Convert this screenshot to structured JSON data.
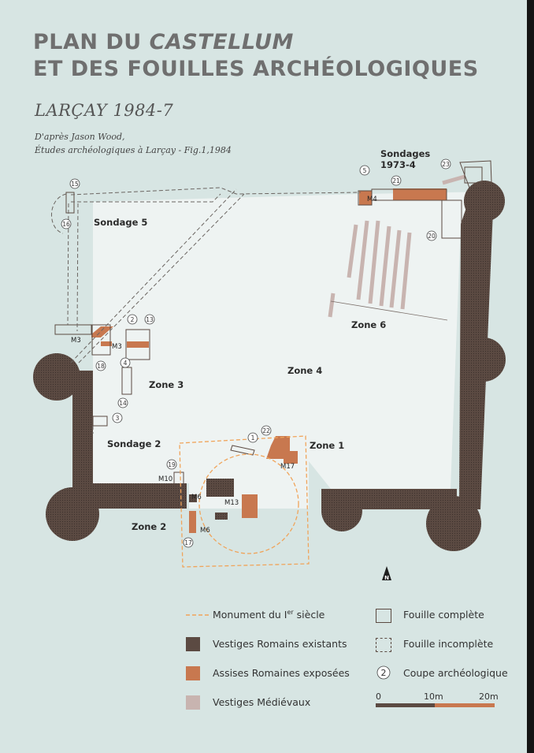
{
  "title": {
    "line1_prefix": "PLAN DU ",
    "line1_italic": "CASTELLUM",
    "line2": "ET DES FOUILLES ARCHÉOLOGIQUES"
  },
  "subtitle": "LARÇAY   1984-7",
  "credit": {
    "line1": "D'après Jason Wood,",
    "line2": "Études archéologiques à Larçay - Fig.1,1984"
  },
  "map": {
    "zones": {
      "zone1": "Zone 1",
      "zone2": "Zone 2",
      "zone3": "Zone 3",
      "zone4": "Zone 4",
      "zone6": "Zone 6",
      "sondage2": "Sondage 2",
      "sondage5": "Sondage 5",
      "sondages_line1": "Sondages",
      "sondages_line2": "1973-4"
    },
    "walls": {
      "m3a": "M3",
      "m3b": "M3",
      "m4": "M4",
      "m6a": "M6",
      "m6b": "M6",
      "m10": "M10",
      "m13": "M13",
      "m17": "M17"
    },
    "sections": {
      "s1": "1",
      "s2": "2",
      "s3": "3",
      "s4": "4",
      "s5": "5",
      "s13": "13",
      "s14": "14",
      "s15": "15",
      "s16": "16",
      "s17": "17",
      "s18": "18",
      "s19": "19",
      "s20": "20",
      "s21": "21",
      "s22": "22",
      "s23": "23"
    },
    "north": "N"
  },
  "legend": {
    "monument_pre": "Monument du I",
    "monument_sup": "er",
    "monument_post": " siècle",
    "roman_existing": "Vestiges Romains existants",
    "roman_exposed": "Assises Romaines exposées",
    "medieval": "Vestiges Médiévaux",
    "complete": "Fouille complète",
    "incomplete": "Fouille incomplète",
    "section": "Coupe archéologique",
    "section_num": "2"
  },
  "scale": {
    "l0": "0",
    "l10": "10m",
    "l20": "20m"
  },
  "colors": {
    "background": "#d7e5e3",
    "interior": "#eef3f2",
    "roman_existing": "#5b4a42",
    "roman_exposed": "#c8784f",
    "medieval": "#c8b4b0",
    "monument": "#f0a45a"
  }
}
